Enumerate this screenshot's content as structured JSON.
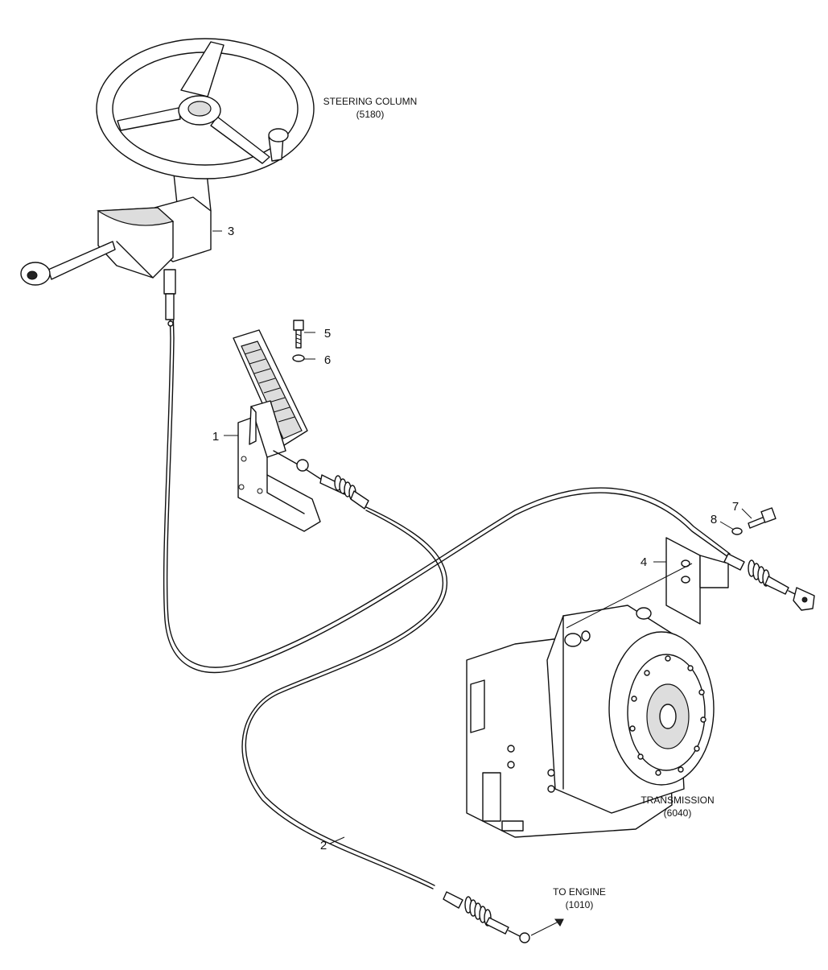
{
  "labels": {
    "steering_column": {
      "name": "STEERING COLUMN",
      "code": "(5180)"
    },
    "transmission": {
      "name": "TRANSMISSION",
      "code": "(6040)"
    },
    "to_engine": {
      "name": "TO ENGINE",
      "code": "(1010)"
    }
  },
  "callouts": {
    "c1": "1",
    "c2": "2",
    "c3": "3",
    "c4": "4",
    "c5": "5",
    "c6": "6",
    "c7": "7",
    "c8": "8"
  }
}
